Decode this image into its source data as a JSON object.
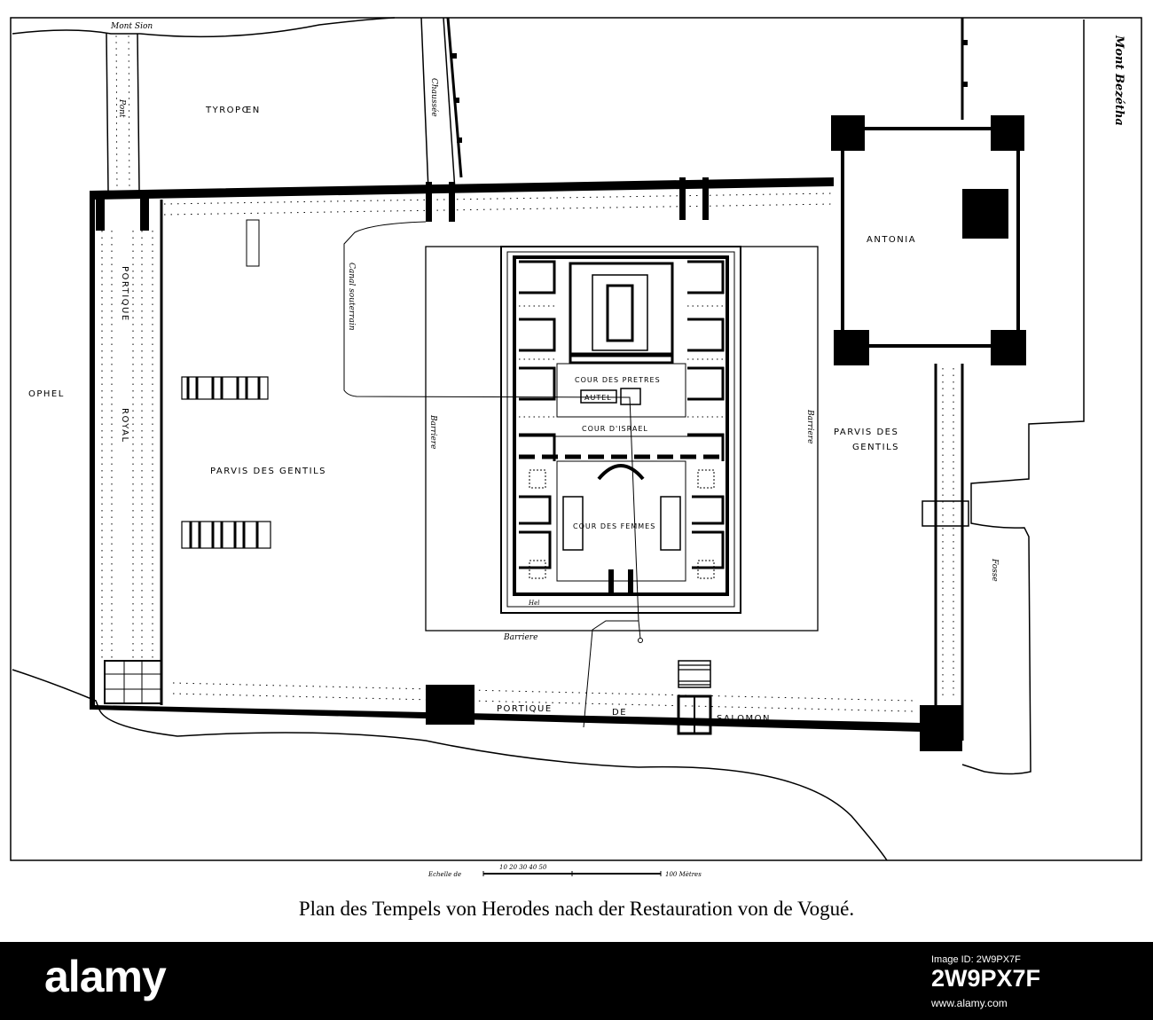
{
  "caption": "Plan des Tempels von Herodes nach der Restauration von de Vogué.",
  "labels": {
    "mont_sion": "Mont Sion",
    "tyropoen": "TYROPŒN",
    "pont": "Pont",
    "chaussee": "Chaussée",
    "mont_bezetha": "Mont Bezétha",
    "antonia": "ANTONIA",
    "canal_souterrain": "Canal souterrain",
    "portique": "PORTIQUE",
    "royal": "ROYAL",
    "ophel": "OPHEL",
    "parvis_west": "PARVIS DES GENTILS",
    "parvis_east_1": "PARVIS DES",
    "parvis_east_2": "GENTILS",
    "cour_pretres": "COUR DES PRETRES",
    "autel": "AUTEL",
    "cour_israel": "COUR D'ISRAEL",
    "cour_femmes": "COUR DES FEMMES",
    "barriere_west": "Barriere",
    "barriere_east": "Barriere",
    "barriere_south": "Barriere",
    "hel": "Hel",
    "fosse": "Fosse",
    "portique_salomon_1": "PORTIQUE",
    "portique_salomon_2": "DE",
    "portique_salomon_3": "SALOMON",
    "scale_left": "Echelle de",
    "scale_numbers": "10  20  30  40  50",
    "scale_right": "100 Mètres"
  },
  "watermark": {
    "brand": "alamy",
    "label": "Image ID: 2W9PX7F",
    "image_id": "2W9PX7F",
    "url": "www.alamy.com"
  },
  "colors": {
    "ink": "#000000",
    "paper": "#ffffff"
  }
}
